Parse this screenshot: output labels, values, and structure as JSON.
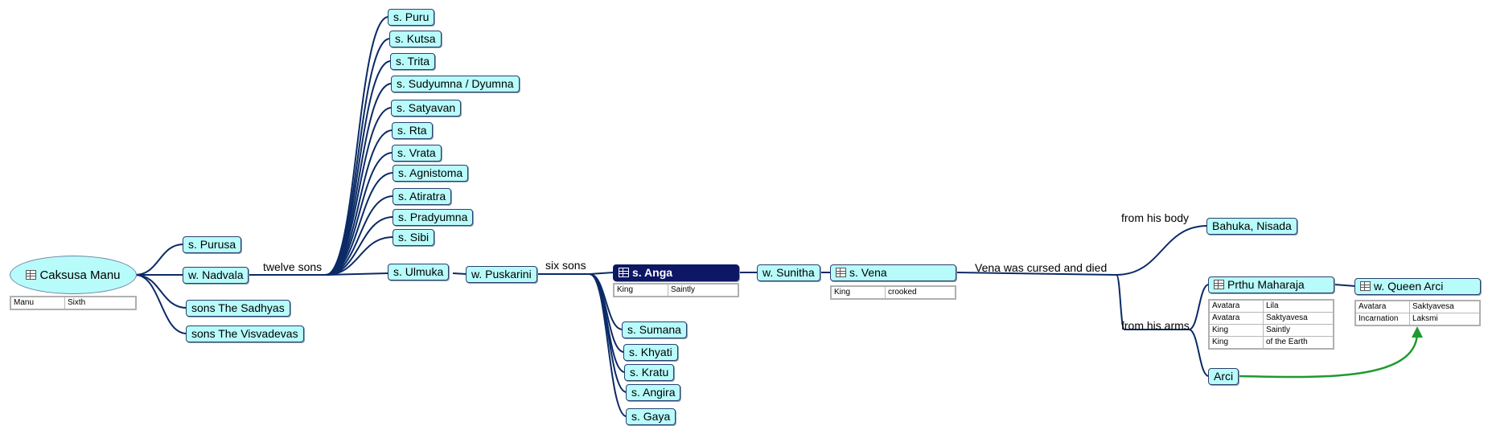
{
  "colors": {
    "node_fill": "#b8fbfb",
    "selected_fill": "#0d1764",
    "link": "#0b2a66",
    "relation_arrow": "#1e9a2e"
  },
  "root": {
    "label": "Caksusa Manu",
    "icon": "table-icon",
    "props": [
      [
        "Manu",
        "Sixth"
      ]
    ]
  },
  "root_children": [
    "s. Purusa",
    "w. Nadvala",
    "sons The Sadhyas",
    "sons The Visvadevas"
  ],
  "edge_labels": {
    "twelve": "twelve sons",
    "six": "six sons",
    "vena": "Vena was cursed and died",
    "body": "from his body",
    "arms": "from his arms"
  },
  "twelve_sons": [
    "s. Puru",
    "s. Kutsa",
    "s. Trita",
    "s. Sudyumna / Dyumna",
    "s. Satyavan",
    "s. Rta",
    "s. Vrata",
    "s. Agnistoma",
    "s. Atiratra",
    "s. Pradyumna",
    "s. Sibi",
    "s. Ulmuka"
  ],
  "puskarini": "w. Puskarini",
  "anga": {
    "label": "s. Anga",
    "icon": "table-icon",
    "props": [
      [
        "King",
        "Saintly"
      ]
    ]
  },
  "six_sons_rest": [
    "s. Sumana",
    "s. Khyati",
    "s. Kratu",
    "s. Angira",
    "s. Gaya"
  ],
  "sunitha": "w. Sunitha",
  "vena": {
    "label": "s. Vena",
    "icon": "table-icon",
    "props": [
      [
        "King",
        "crooked"
      ]
    ]
  },
  "bahuka": "Bahuka, Nisada",
  "prthu": {
    "label": "Prthu Maharaja",
    "icon": "table-icon",
    "props": [
      [
        "Avatara",
        "Lila"
      ],
      [
        "Avatara",
        "Saktyavesa"
      ],
      [
        "King",
        "Saintly"
      ],
      [
        "King",
        "of the Earth"
      ]
    ]
  },
  "arci": "Arci",
  "queen": {
    "label": "w. Queen Arci",
    "icon": "table-icon",
    "props": [
      [
        "Avatara",
        "Saktyavesa"
      ],
      [
        "Incarnation",
        "Laksmi"
      ]
    ]
  }
}
